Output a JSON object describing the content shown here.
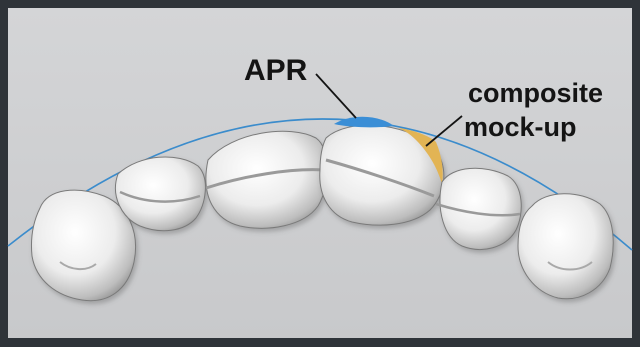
{
  "labels": {
    "apr": "APR",
    "composite_line1": "composite",
    "composite_line2": "mock-up"
  },
  "colors": {
    "background": "#cfd0d2",
    "frame": "#2f3439",
    "arch_line": "#3b8ccc",
    "apr_marker": "#3a8ed6",
    "composite_marker": "#e2b454",
    "tooth_fill": "#f3f3f3",
    "tooth_shadow": "#8f8f8f",
    "text": "#141414"
  }
}
